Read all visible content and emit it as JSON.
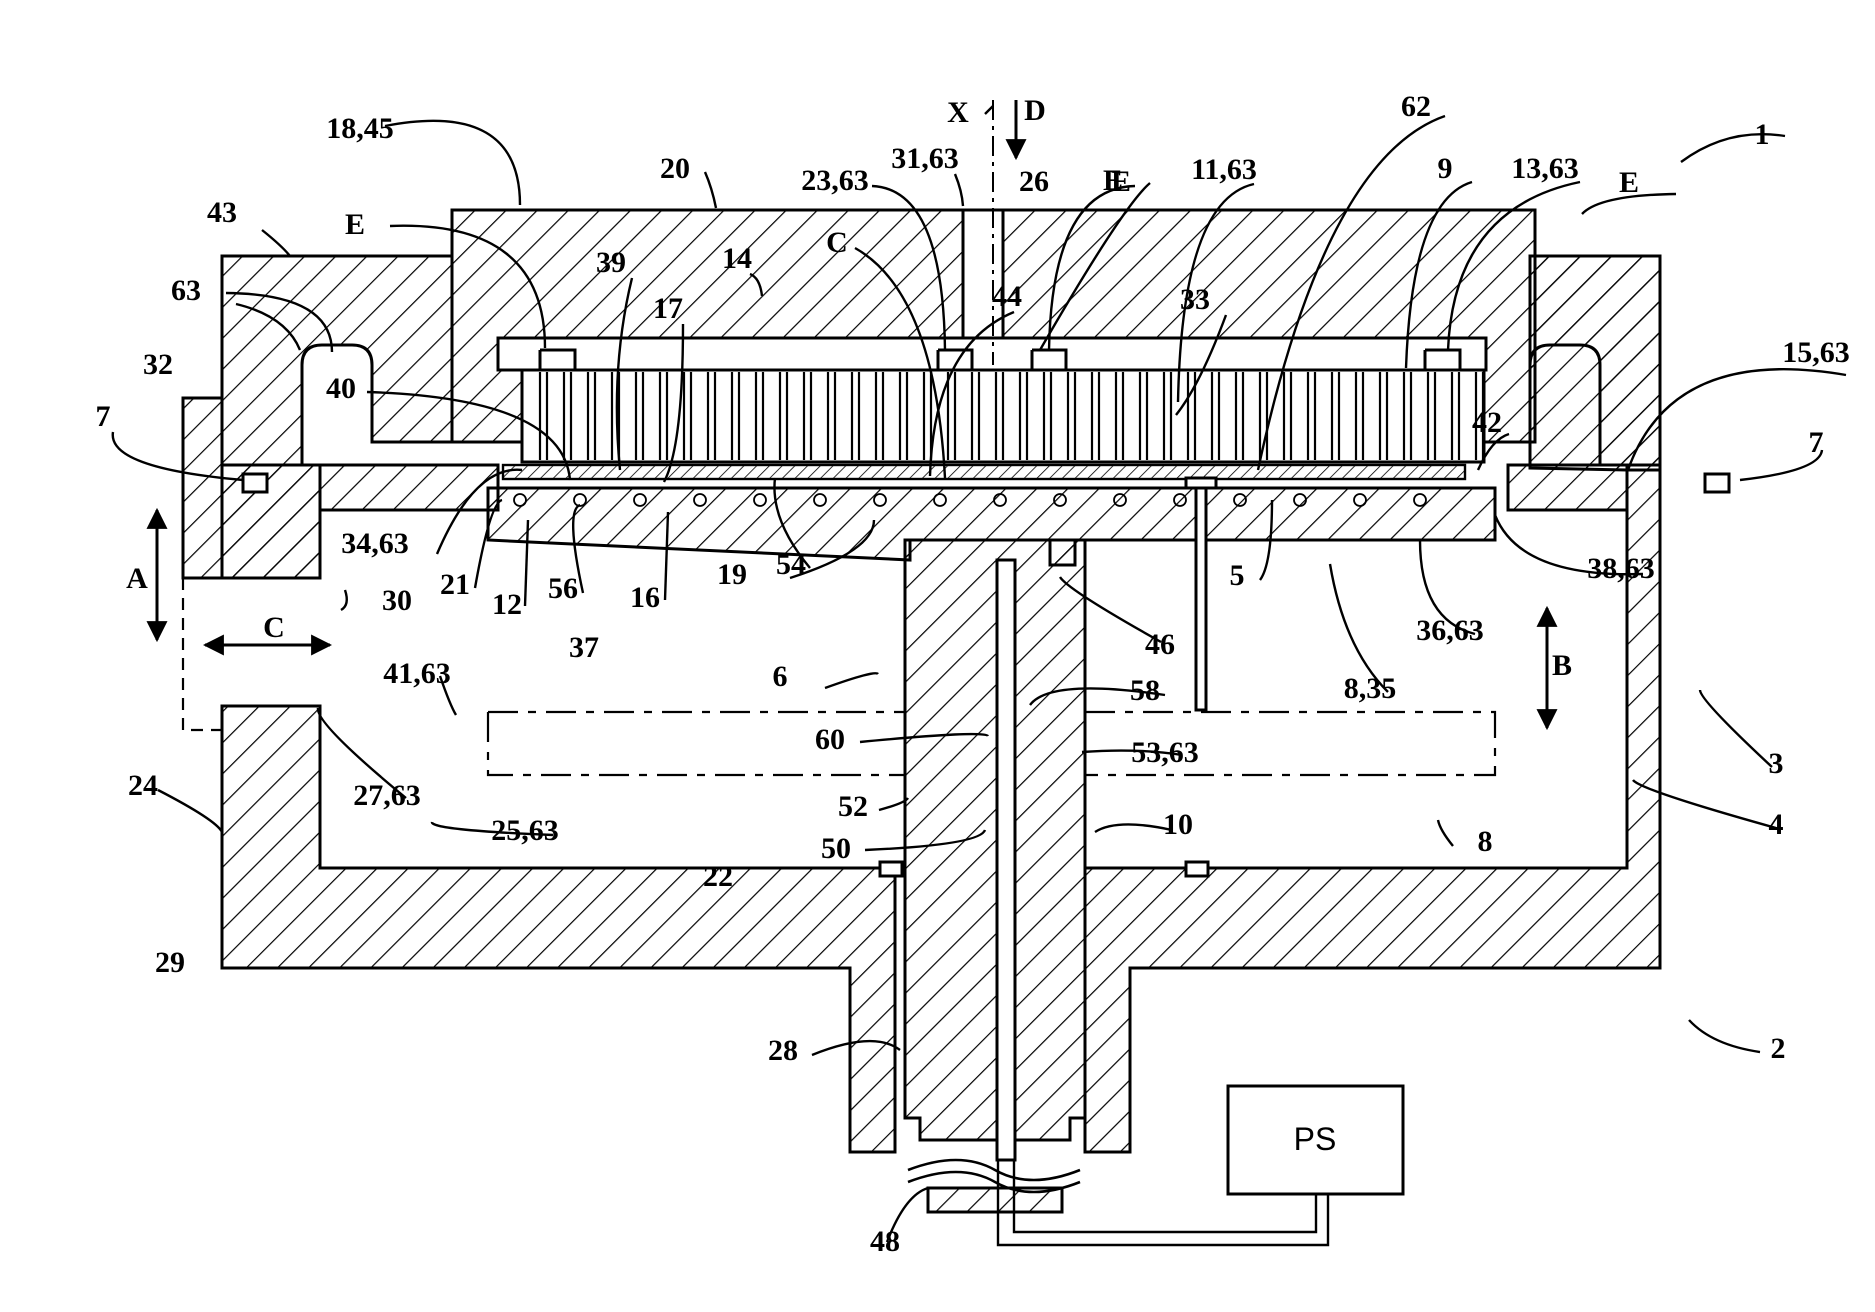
{
  "figure": {
    "ref_labels": [
      "18,45",
      "20",
      "43",
      "63",
      "32",
      "7",
      "E",
      "39",
      "17",
      "14",
      "40",
      "23,63",
      "31,63",
      "26",
      "E",
      "X",
      "D",
      "C",
      "44",
      "E",
      "11,63",
      "33",
      "62",
      "9",
      "13,63",
      "E",
      "1",
      "15,63",
      "7",
      "42",
      "34,63",
      "21",
      "12",
      "56",
      "16",
      "19",
      "54",
      "37",
      "A",
      "C",
      "30",
      "38,63",
      "36,63",
      "5",
      "46",
      "8,35",
      "B",
      "6",
      "58",
      "41,63",
      "60",
      "53,63",
      "3",
      "27,63",
      "24",
      "52",
      "10",
      "4",
      "50",
      "25,63",
      "22",
      "8",
      "29",
      "28",
      "2",
      "48"
    ],
    "power_supply_label": "PS"
  },
  "colors": {
    "line": "#000000",
    "background": "#ffffff"
  }
}
